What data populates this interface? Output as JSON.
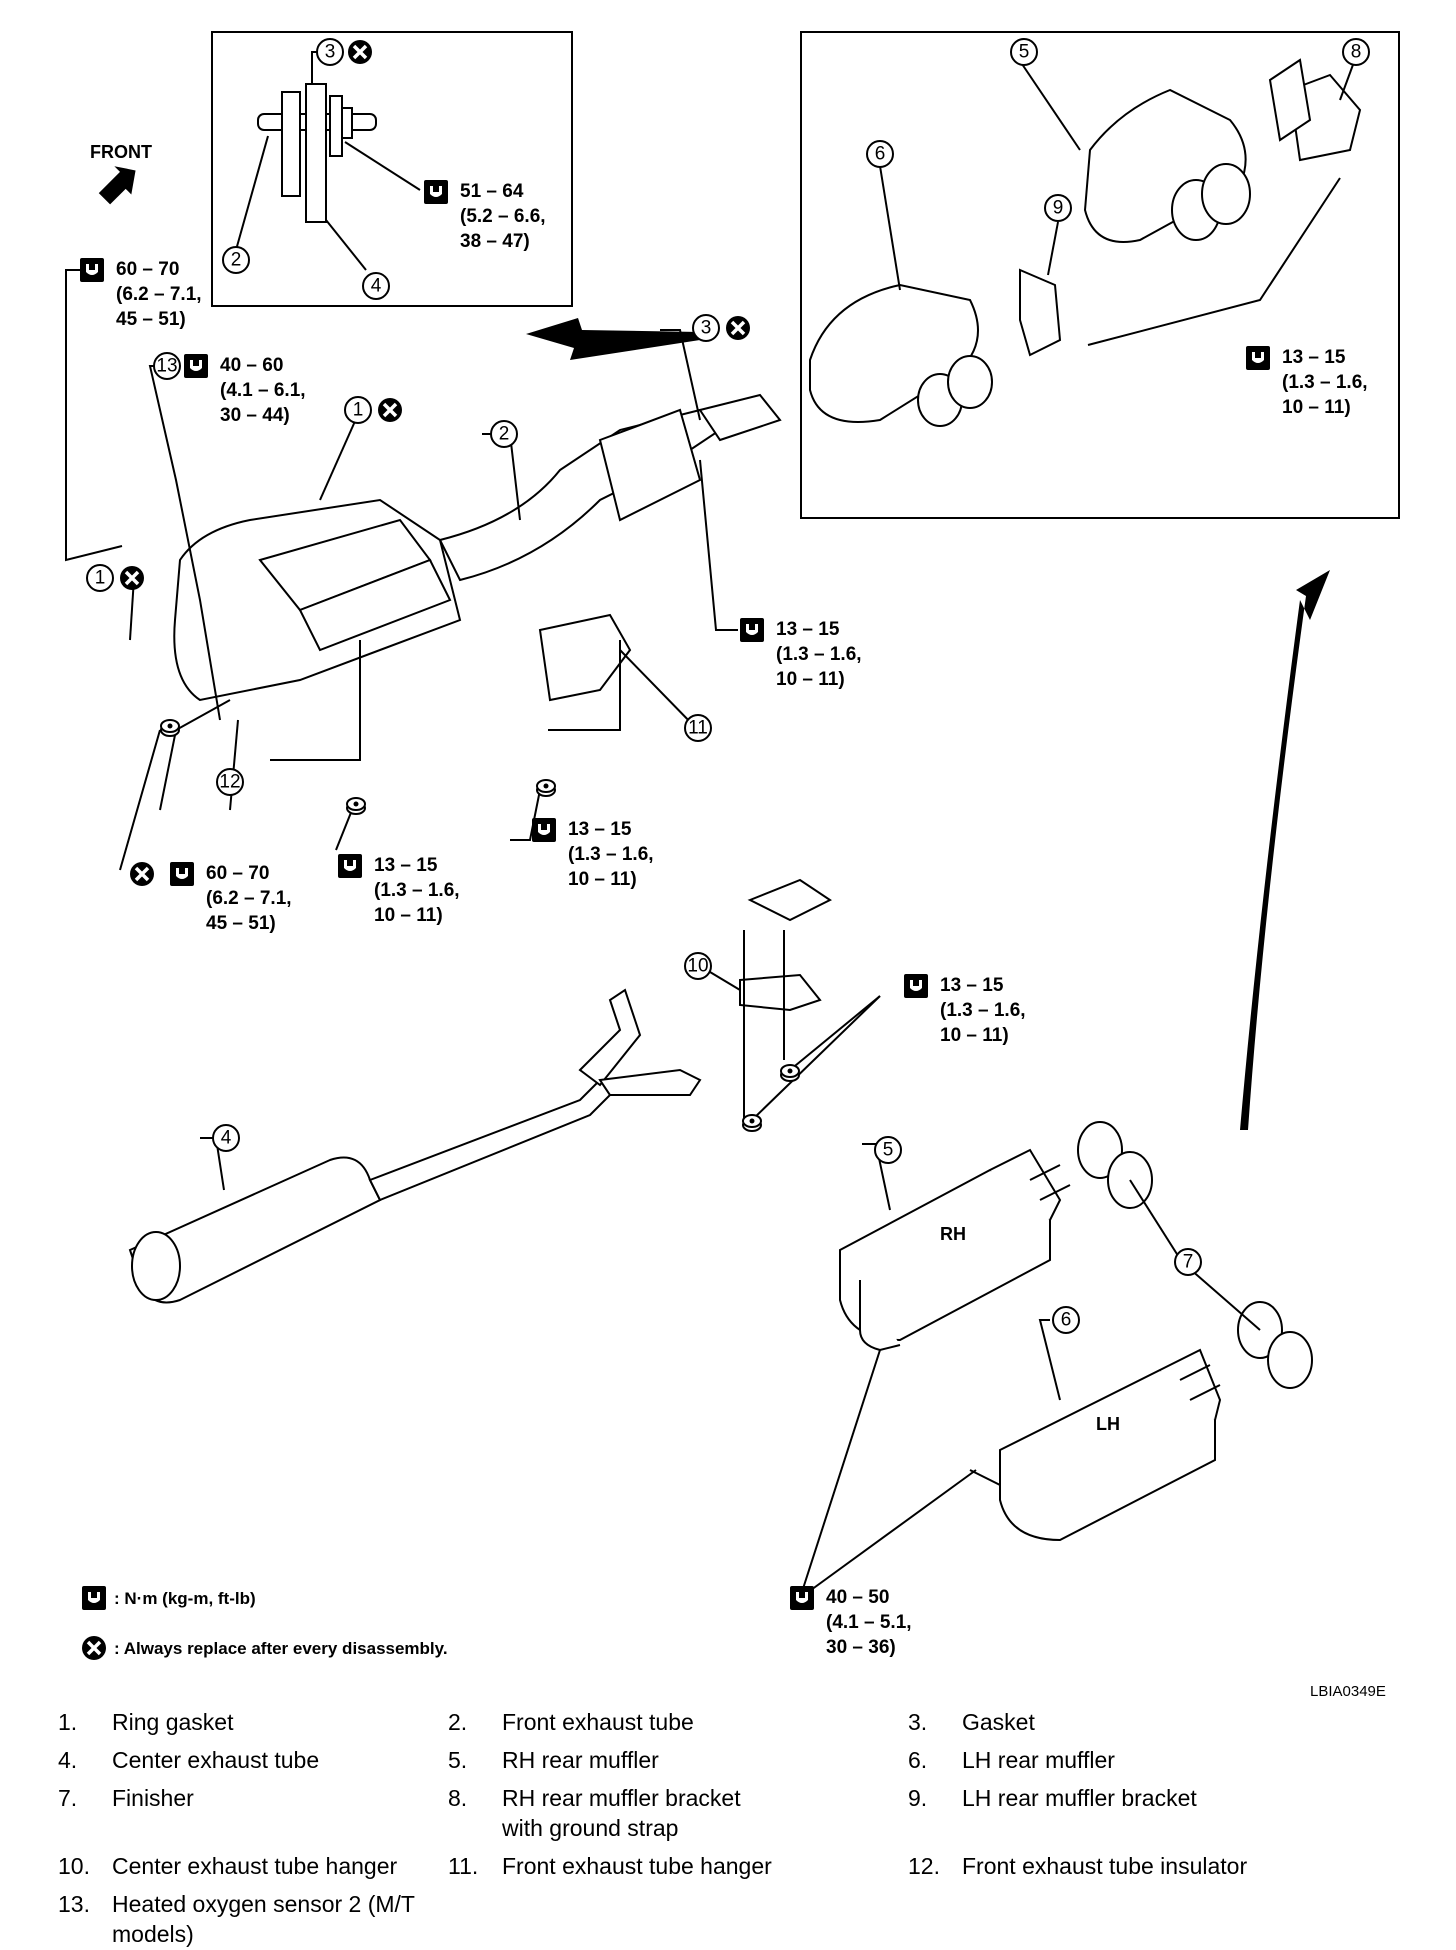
{
  "front_label": "FRONT",
  "image_code": "LBIA0349E",
  "legend_symbols": {
    "torque": ": N·m (kg-m, ft-lb)",
    "replace": ": Always replace after every disassembly."
  },
  "callouts": {
    "c1": "1",
    "c2": "2",
    "c3": "3",
    "c4": "4",
    "c5": "5",
    "c6": "6",
    "c7": "7",
    "c8": "8",
    "c9": "9",
    "c10": "10",
    "c11": "11",
    "c12": "12",
    "c13": "13"
  },
  "muffler_labels": {
    "rh": "RH",
    "lh": "LH"
  },
  "torques": {
    "t51_64": [
      "51 – 64",
      "(5.2 – 6.6,",
      "38 – 47)"
    ],
    "t60_70": [
      "60 – 70",
      "(6.2 – 7.1,",
      "45 – 51)"
    ],
    "t40_60": [
      "40 – 60",
      "(4.1 – 6.1,",
      "30 – 44)"
    ],
    "t13_15": [
      "13 – 15",
      "(1.3 – 1.6,",
      "10 – 11)"
    ],
    "t40_50": [
      "40 – 50",
      "(4.1 – 5.1,",
      "30 – 36)"
    ]
  },
  "parts": [
    {
      "n": "1.",
      "name": "Ring gasket"
    },
    {
      "n": "2.",
      "name": "Front exhaust tube"
    },
    {
      "n": "3.",
      "name": "Gasket"
    },
    {
      "n": "4.",
      "name": "Center exhaust tube"
    },
    {
      "n": "5.",
      "name": "RH rear muffler"
    },
    {
      "n": "6.",
      "name": "LH rear muffler"
    },
    {
      "n": "7.",
      "name": "Finisher"
    },
    {
      "n": "8.",
      "name": "RH rear muffler bracket",
      "name2": "with ground strap"
    },
    {
      "n": "9.",
      "name": "LH rear muffler bracket"
    },
    {
      "n": "10.",
      "name": "Center exhaust tube hanger"
    },
    {
      "n": "11.",
      "name": "Front exhaust tube hanger"
    },
    {
      "n": "12.",
      "name": "Front exhaust tube insulator"
    },
    {
      "n": "13.",
      "name": "Heated oxygen sensor 2 (M/T",
      "name2": "models)"
    }
  ]
}
